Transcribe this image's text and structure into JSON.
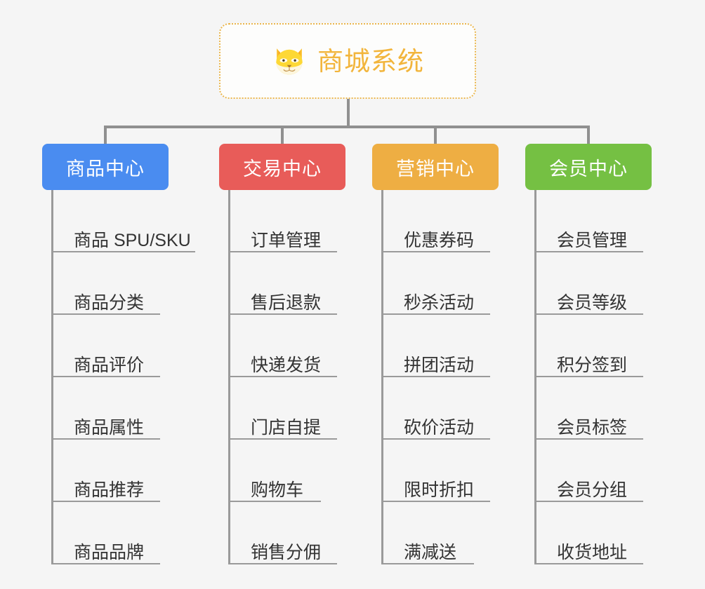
{
  "page": {
    "background_color": "#f5f5f5",
    "line_color": "#909090"
  },
  "root": {
    "title": "商城系统",
    "icon": "shiba-dog-icon",
    "text_color": "#f2b53c",
    "border_color": "#eab64d"
  },
  "branches": [
    {
      "title": "商品中心",
      "color": "#4a8cf0",
      "items": [
        "商品 SPU/SKU",
        "商品分类",
        "商品评价",
        "商品属性",
        "商品推荐",
        "商品品牌"
      ]
    },
    {
      "title": "交易中心",
      "color": "#e85c59",
      "items": [
        "订单管理",
        "售后退款",
        "快递发货",
        "门店自提",
        "购物车",
        "销售分佣"
      ]
    },
    {
      "title": "营销中心",
      "color": "#eeae43",
      "items": [
        "优惠券码",
        "秒杀活动",
        "拼团活动",
        "砍价活动",
        "限时折扣",
        "满减送"
      ]
    },
    {
      "title": "会员中心",
      "color": "#75c043",
      "items": [
        "会员管理",
        "会员等级",
        "积分签到",
        "会员标签",
        "会员分组",
        "收货地址"
      ]
    }
  ]
}
